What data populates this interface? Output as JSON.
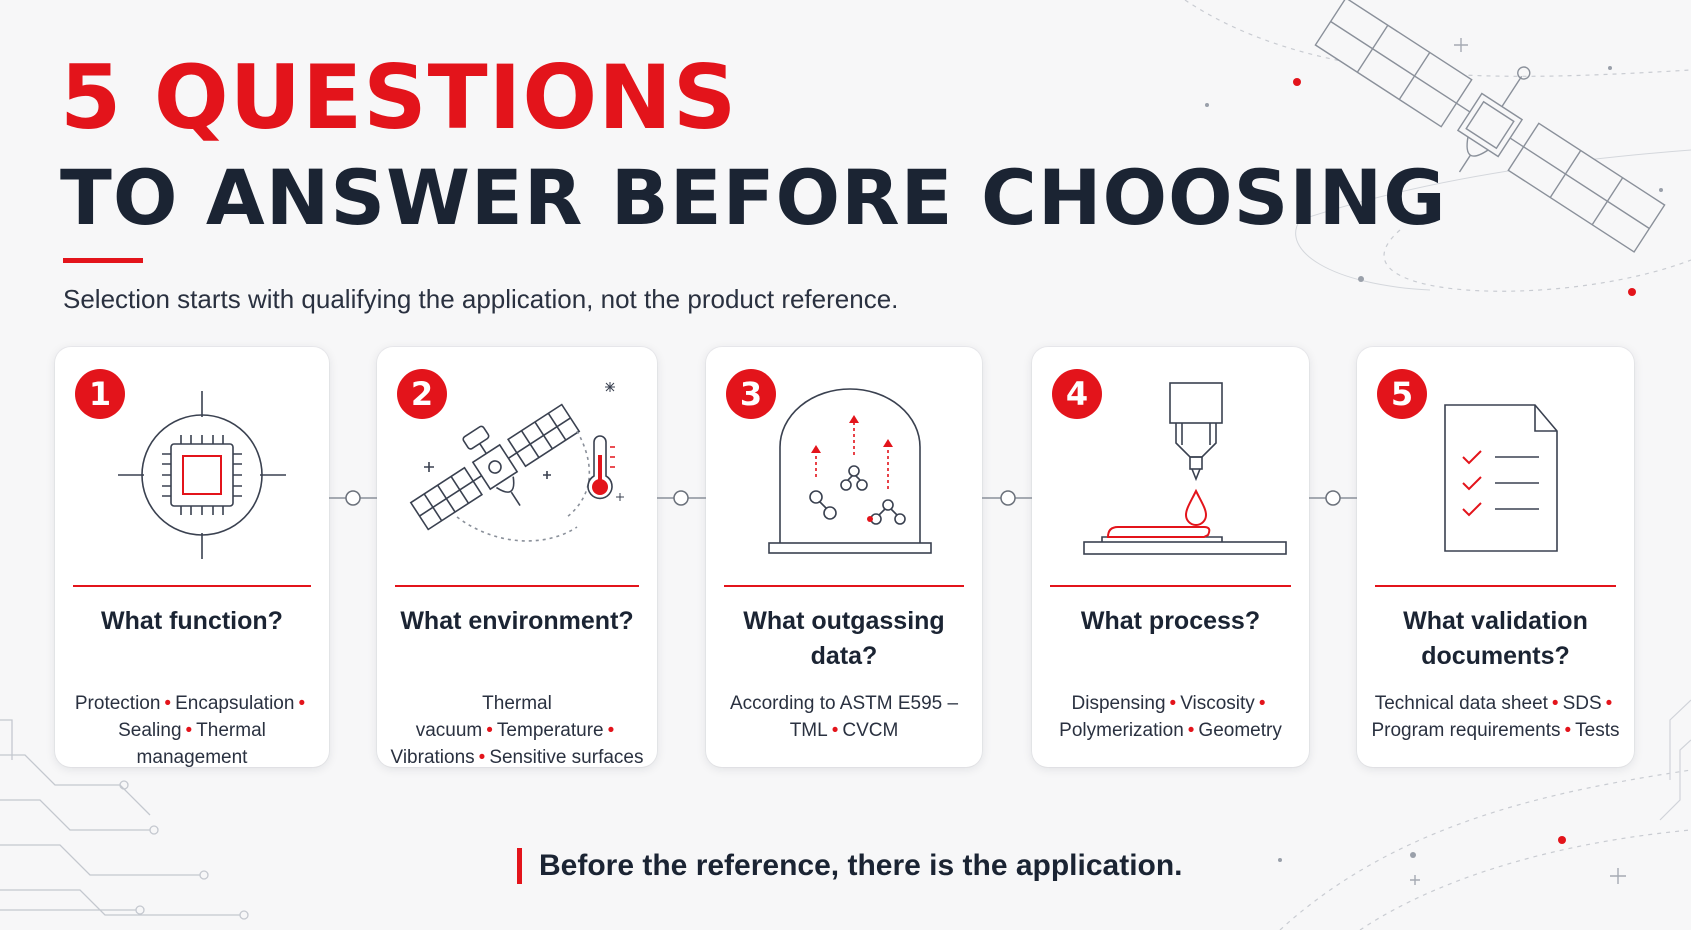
{
  "header": {
    "title_line1": "5 QUESTIONS",
    "title_line2": "TO ANSWER BEFORE CHOOSING",
    "subtitle": "Selection starts with qualifying the application, not the product reference."
  },
  "cards": [
    {
      "number": "1",
      "icon": "chip-target-icon",
      "title": "What function?",
      "items": [
        "Protection",
        "Encapsulation",
        "Sealing",
        "Thermal management"
      ]
    },
    {
      "number": "2",
      "icon": "satellite-thermometer-icon",
      "title": "What environment?",
      "items": [
        "Thermal vacuum",
        "Temperature",
        "Vibrations",
        "Sensitive surfaces"
      ]
    },
    {
      "number": "3",
      "icon": "vacuum-chamber-molecules-icon",
      "title": "What outgassing data?",
      "items": [
        "According to ASTM E595 –",
        "TML",
        "CVCM"
      ]
    },
    {
      "number": "4",
      "icon": "dispenser-drop-icon",
      "title": "What process?",
      "items": [
        "Dispensing",
        "Viscosity",
        "Polymerization",
        "Geometry"
      ]
    },
    {
      "number": "5",
      "icon": "checklist-document-icon",
      "title": "What validation documents?",
      "items": [
        "Technical data sheet",
        "SDS",
        "Program requirements",
        "Tests"
      ]
    }
  ],
  "footer": {
    "text": "Before the reference, there is the application."
  },
  "colors": {
    "accent": "#e3141b",
    "dark": "#1b2433",
    "background": "#f7f7f8"
  }
}
